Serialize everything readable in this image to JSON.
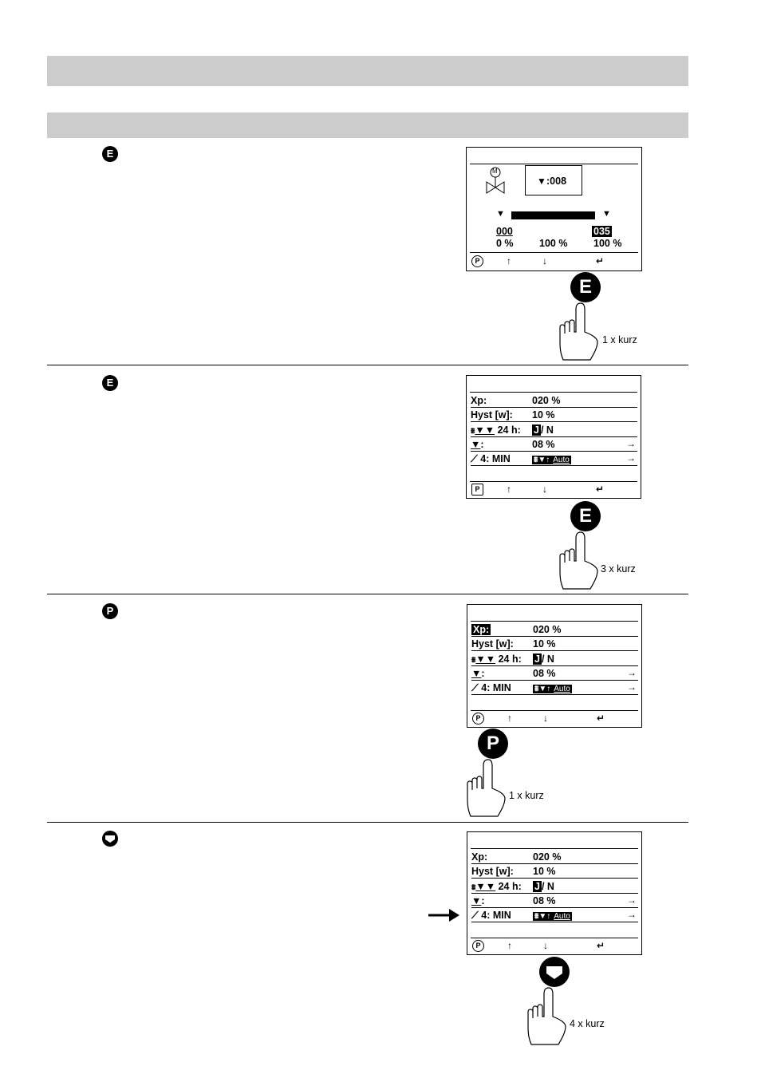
{
  "steps": [
    {
      "key_icon": "E",
      "press_key": "E",
      "press_caption": "1 x kurz",
      "screen": {
        "valve_label": "M",
        "box_value": ":008",
        "left_value": "000",
        "right_value": "035",
        "pct_left": "0 %",
        "pct_mid": "100 %",
        "pct_right": "100 %"
      }
    },
    {
      "key_icon": "E",
      "press_key": "E",
      "press_caption": "3 x kurz"
    },
    {
      "key_icon": "P",
      "press_key": "P",
      "press_caption": "1 x kurz"
    },
    {
      "key_icon": "down",
      "press_key": "down",
      "press_caption": "4 x kurz"
    }
  ],
  "param_screen": {
    "rows": [
      {
        "label": "Xp:",
        "value": "020 %"
      },
      {
        "label": "Hyst [w]:",
        "value": "10 %"
      },
      {
        "label": "24 h:",
        "value_hi": "J",
        "value": "/ N"
      },
      {
        "label": ":",
        "value": "08 %"
      },
      {
        "label": "4: MIN",
        "value": "Auto"
      }
    ],
    "icons": {
      "pump": "pump-icon",
      "valve": "valve-icon",
      "up": "arrow-up-icon",
      "down": "arrow-down-icon",
      "enter": "enter-icon",
      "right": "arrow-right-icon",
      "prog": "P"
    }
  }
}
